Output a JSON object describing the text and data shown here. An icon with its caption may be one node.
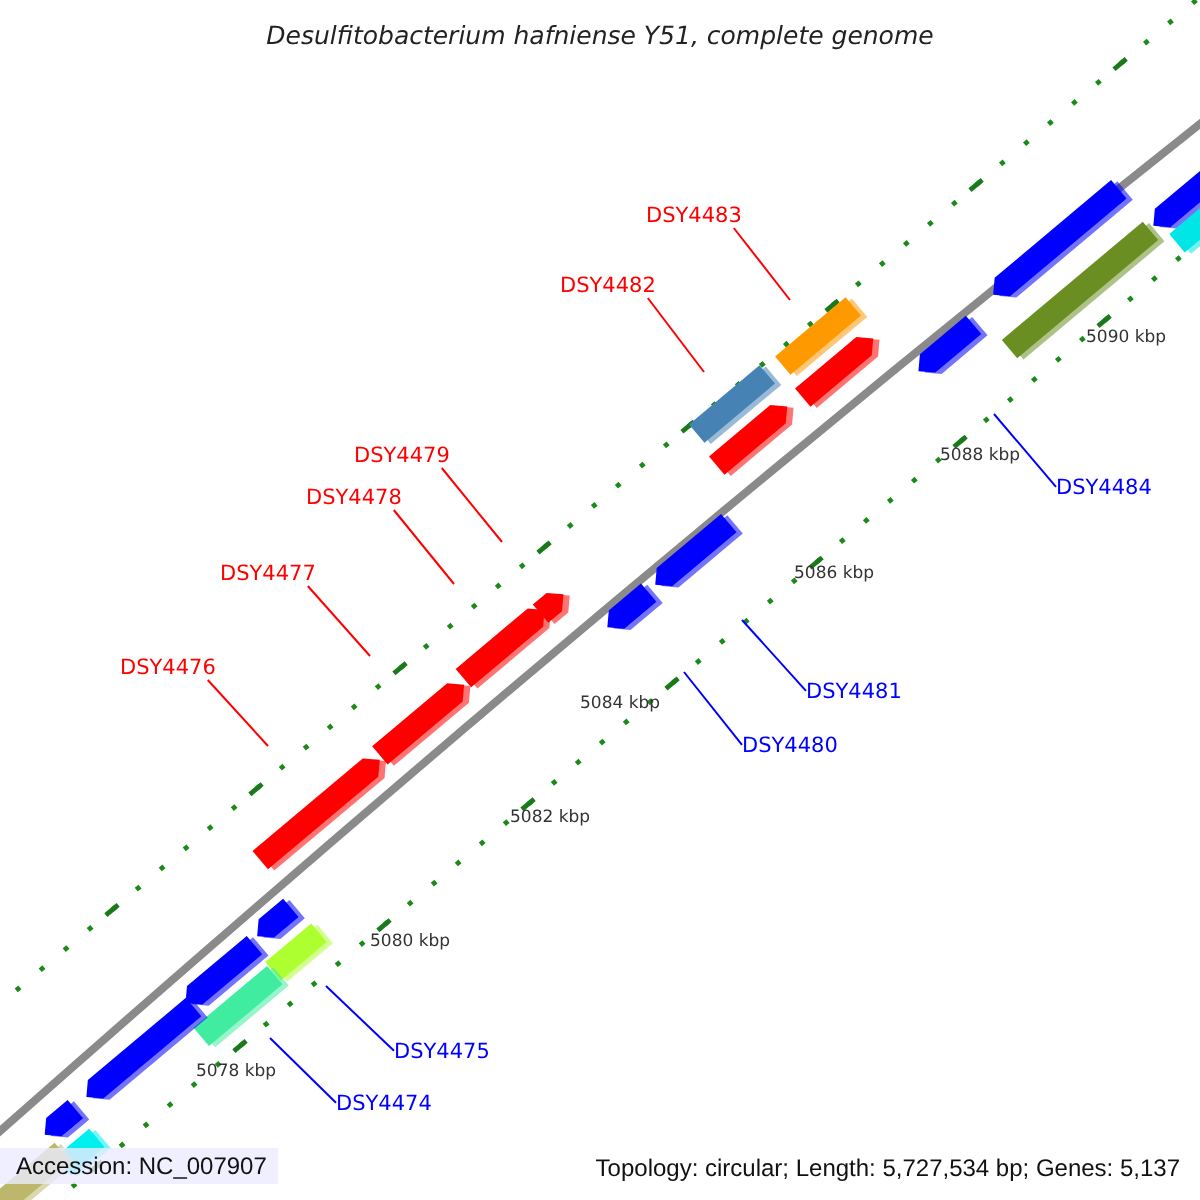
{
  "diagram": {
    "title": "Desulfitobacterium hafniense Y51, complete genome",
    "nodes": [
      {
        "text": [
          "DSY4483"
        ]
      },
      {
        "text": [
          "DSY4482"
        ]
      },
      {
        "text": [
          "DSY4479"
        ]
      },
      {
        "text": [
          "DSY4478"
        ]
      },
      {
        "text": [
          "DSY4477"
        ]
      },
      {
        "text": [
          "DSY4476"
        ]
      },
      {
        "text": [
          "DSY4484"
        ]
      },
      {
        "text": [
          "DSY4481"
        ]
      },
      {
        "text": [
          "DSY4480"
        ]
      },
      {
        "text": [
          "DSY4475"
        ]
      },
      {
        "text": [
          "DSY4474"
        ]
      }
    ],
    "edges": [
      {
        "from": 0,
        "to": null,
        "arrow": "none"
      },
      {
        "from": 1,
        "to": null,
        "arrow": "none"
      },
      {
        "from": 2,
        "to": null,
        "arrow": "none"
      },
      {
        "from": 3,
        "to": null,
        "arrow": "none"
      },
      {
        "from": 4,
        "to": null,
        "arrow": "none"
      },
      {
        "from": 5,
        "to": null,
        "arrow": "none"
      },
      {
        "from": 6,
        "to": null,
        "arrow": "none",
        "color": "#0000ff"
      },
      {
        "from": 7,
        "to": null,
        "arrow": "none",
        "color": "#0000ff"
      },
      {
        "from": 8,
        "to": null,
        "arrow": "none",
        "color": "#0000ff"
      },
      {
        "from": 9,
        "to": null,
        "arrow": "none",
        "color": "#0000ff"
      },
      {
        "from": 10,
        "to": null,
        "arrow": "none",
        "color": "#0000ff"
      }
    ],
    "labels": [
      "5090 kbp",
      "5088 kbp",
      "5086 kbp",
      "5084 kbp",
      "5082 kbp",
      "5080 kbp",
      "5078 kbp",
      "Accession: NC_007907",
      "Topology: circular; Length: 5,727,534 bp; Genes: 5,137"
    ]
  }
}
